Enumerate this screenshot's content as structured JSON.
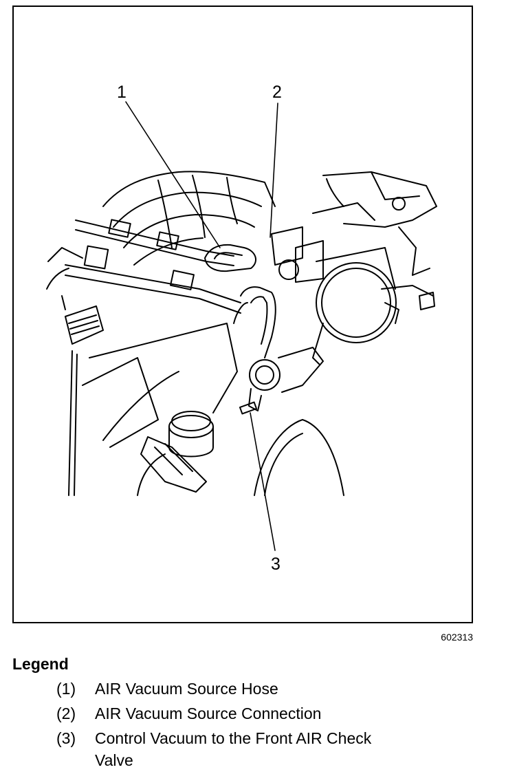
{
  "figure": {
    "id": "602313",
    "callouts": [
      "1",
      "2",
      "3"
    ]
  },
  "legend": {
    "title": "Legend",
    "items": [
      {
        "num": "(1)",
        "text": "AIR Vacuum Source Hose"
      },
      {
        "num": "(2)",
        "text": "AIR Vacuum Source Connection"
      },
      {
        "num": "(3)",
        "text": "Control Vacuum to the Front AIR Check Valve"
      }
    ]
  }
}
